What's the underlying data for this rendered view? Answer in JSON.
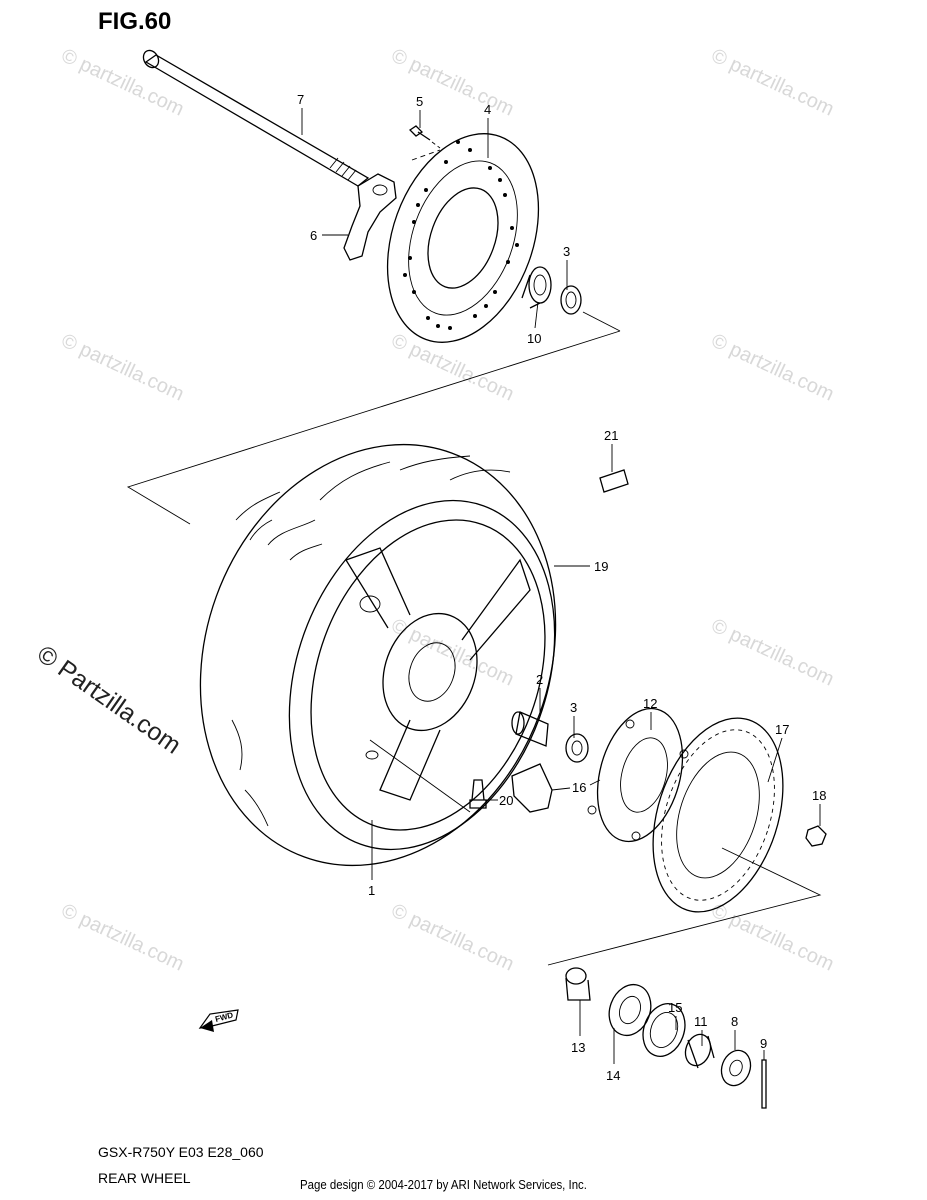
{
  "figure_title": "FIG.60",
  "side_watermark": "© Partzilla.com",
  "watermark_text": "© partzilla.com",
  "model_code": "GSX-R750Y E03 E28_060",
  "section_name": "REAR WHEEL",
  "page_credit": "Page design © 2004-2017 by ARI Network Services, Inc.",
  "fwd_label": "FWD",
  "callouts": {
    "c1": "1",
    "c2": "2",
    "c3a": "3",
    "c3b": "3",
    "c4": "4",
    "c5": "5",
    "c6": "6",
    "c7": "7",
    "c8": "8",
    "c9": "9",
    "c10": "10",
    "c11": "11",
    "c12": "12",
    "c13": "13",
    "c14": "14",
    "c15": "15",
    "c16": "16",
    "c17": "17",
    "c18": "18",
    "c19": "19",
    "c20": "20",
    "c21": "21"
  }
}
